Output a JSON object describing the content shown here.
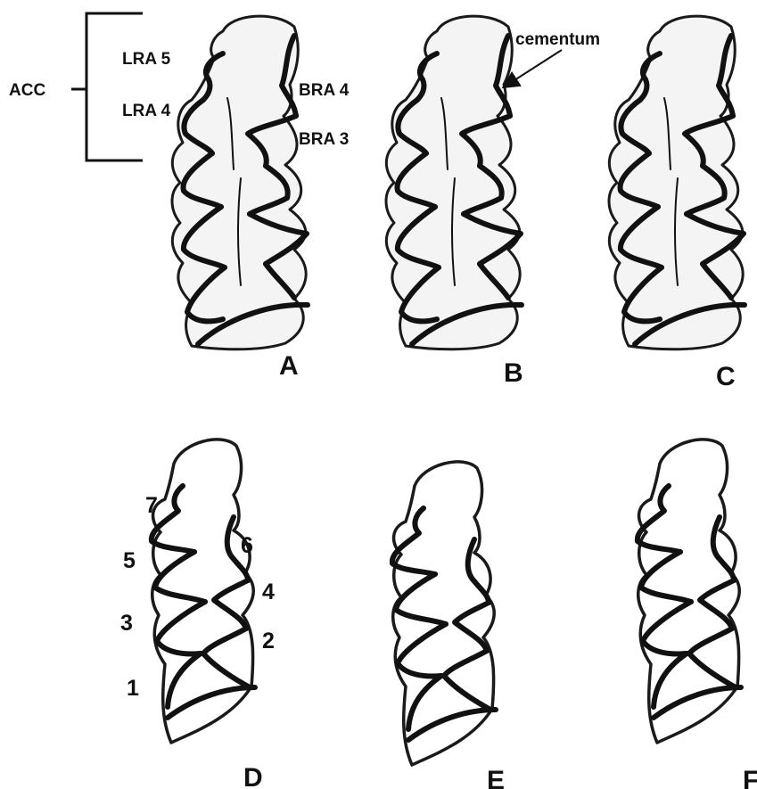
{
  "panels": [
    "A",
    "B",
    "C",
    "D",
    "E",
    "F"
  ],
  "annotations": {
    "acc": "ACC",
    "lra5": "LRA 5",
    "lra4": "LRA 4",
    "bra4": "BRA 4",
    "bra3": "BRA 3",
    "cementum": "cementum"
  },
  "triangle_numbers": {
    "left": [
      "7",
      "5",
      "3",
      "1"
    ],
    "right": [
      "6",
      "4",
      "2"
    ]
  },
  "colors": {
    "ink": "#111111",
    "tooth_fill": "#f4f4f4",
    "background": "#ffffff"
  }
}
